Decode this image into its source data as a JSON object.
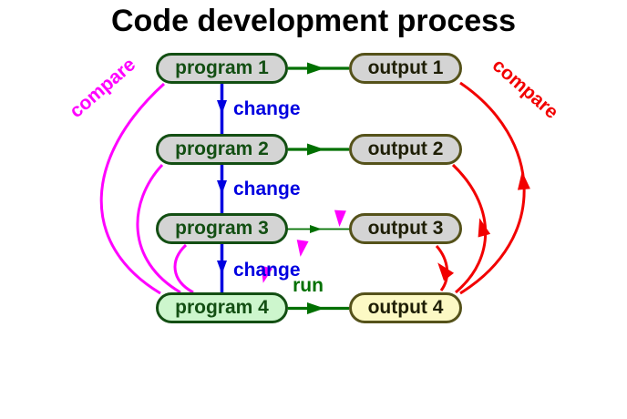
{
  "title": "Code development process",
  "programs": [
    {
      "label": "program 1"
    },
    {
      "label": "program 2"
    },
    {
      "label": "program 3"
    },
    {
      "label": "program 4"
    }
  ],
  "outputs": [
    {
      "label": "output 1"
    },
    {
      "label": "output 2"
    },
    {
      "label": "output 3"
    },
    {
      "label": "output 4"
    }
  ],
  "edge_labels": {
    "change": [
      "change",
      "change",
      "change"
    ],
    "run": "run",
    "compare_left": "compare",
    "compare_right": "compare"
  },
  "colors": {
    "background": "#ffffff",
    "title_text": "#000000",
    "program_fill": "#d4d4d4",
    "program_border": "#134f13",
    "program4_fill": "#cdf6cd",
    "output_fill": "#d4d4d4",
    "output_border": "#55521a",
    "output_text": "#1e1e05",
    "output4_fill": "#fcf9c4",
    "arrow_green": "#007000",
    "arrow_blue": "#0000e0",
    "compare_magenta": "#ff00ff",
    "compare_red": "#f20000"
  }
}
